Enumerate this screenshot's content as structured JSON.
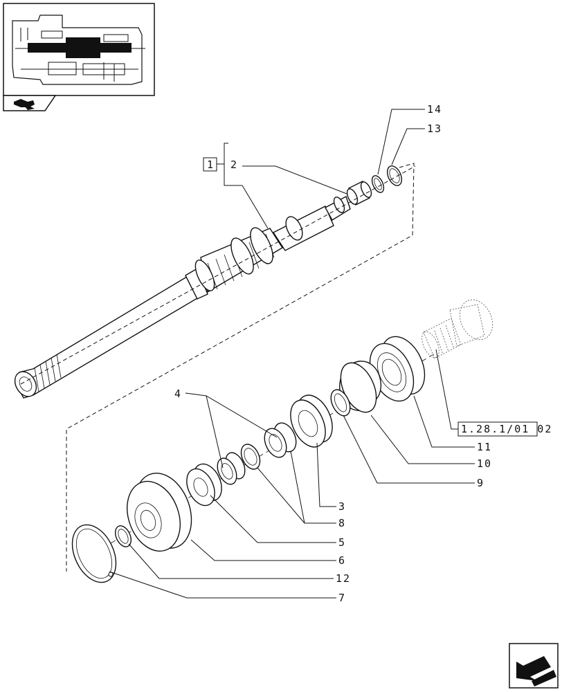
{
  "reference_box": {
    "text": "1"
  },
  "cross_reference": {
    "text": "1.28.1/01 02"
  },
  "callouts": {
    "c1": "1",
    "c2": "2",
    "c3": "3",
    "c4": "4",
    "c5": "5",
    "c6": "6",
    "c7": "7",
    "c8": "8",
    "c9": "9",
    "c10": "10",
    "c11": "11",
    "c12": "12",
    "c13": "13",
    "c14": "14"
  },
  "icons": {
    "thumbnail": "transmission-overview-thumbnail",
    "section_marker": "gearbox-section-icon",
    "next_page": "next-page-arrow-icon"
  }
}
